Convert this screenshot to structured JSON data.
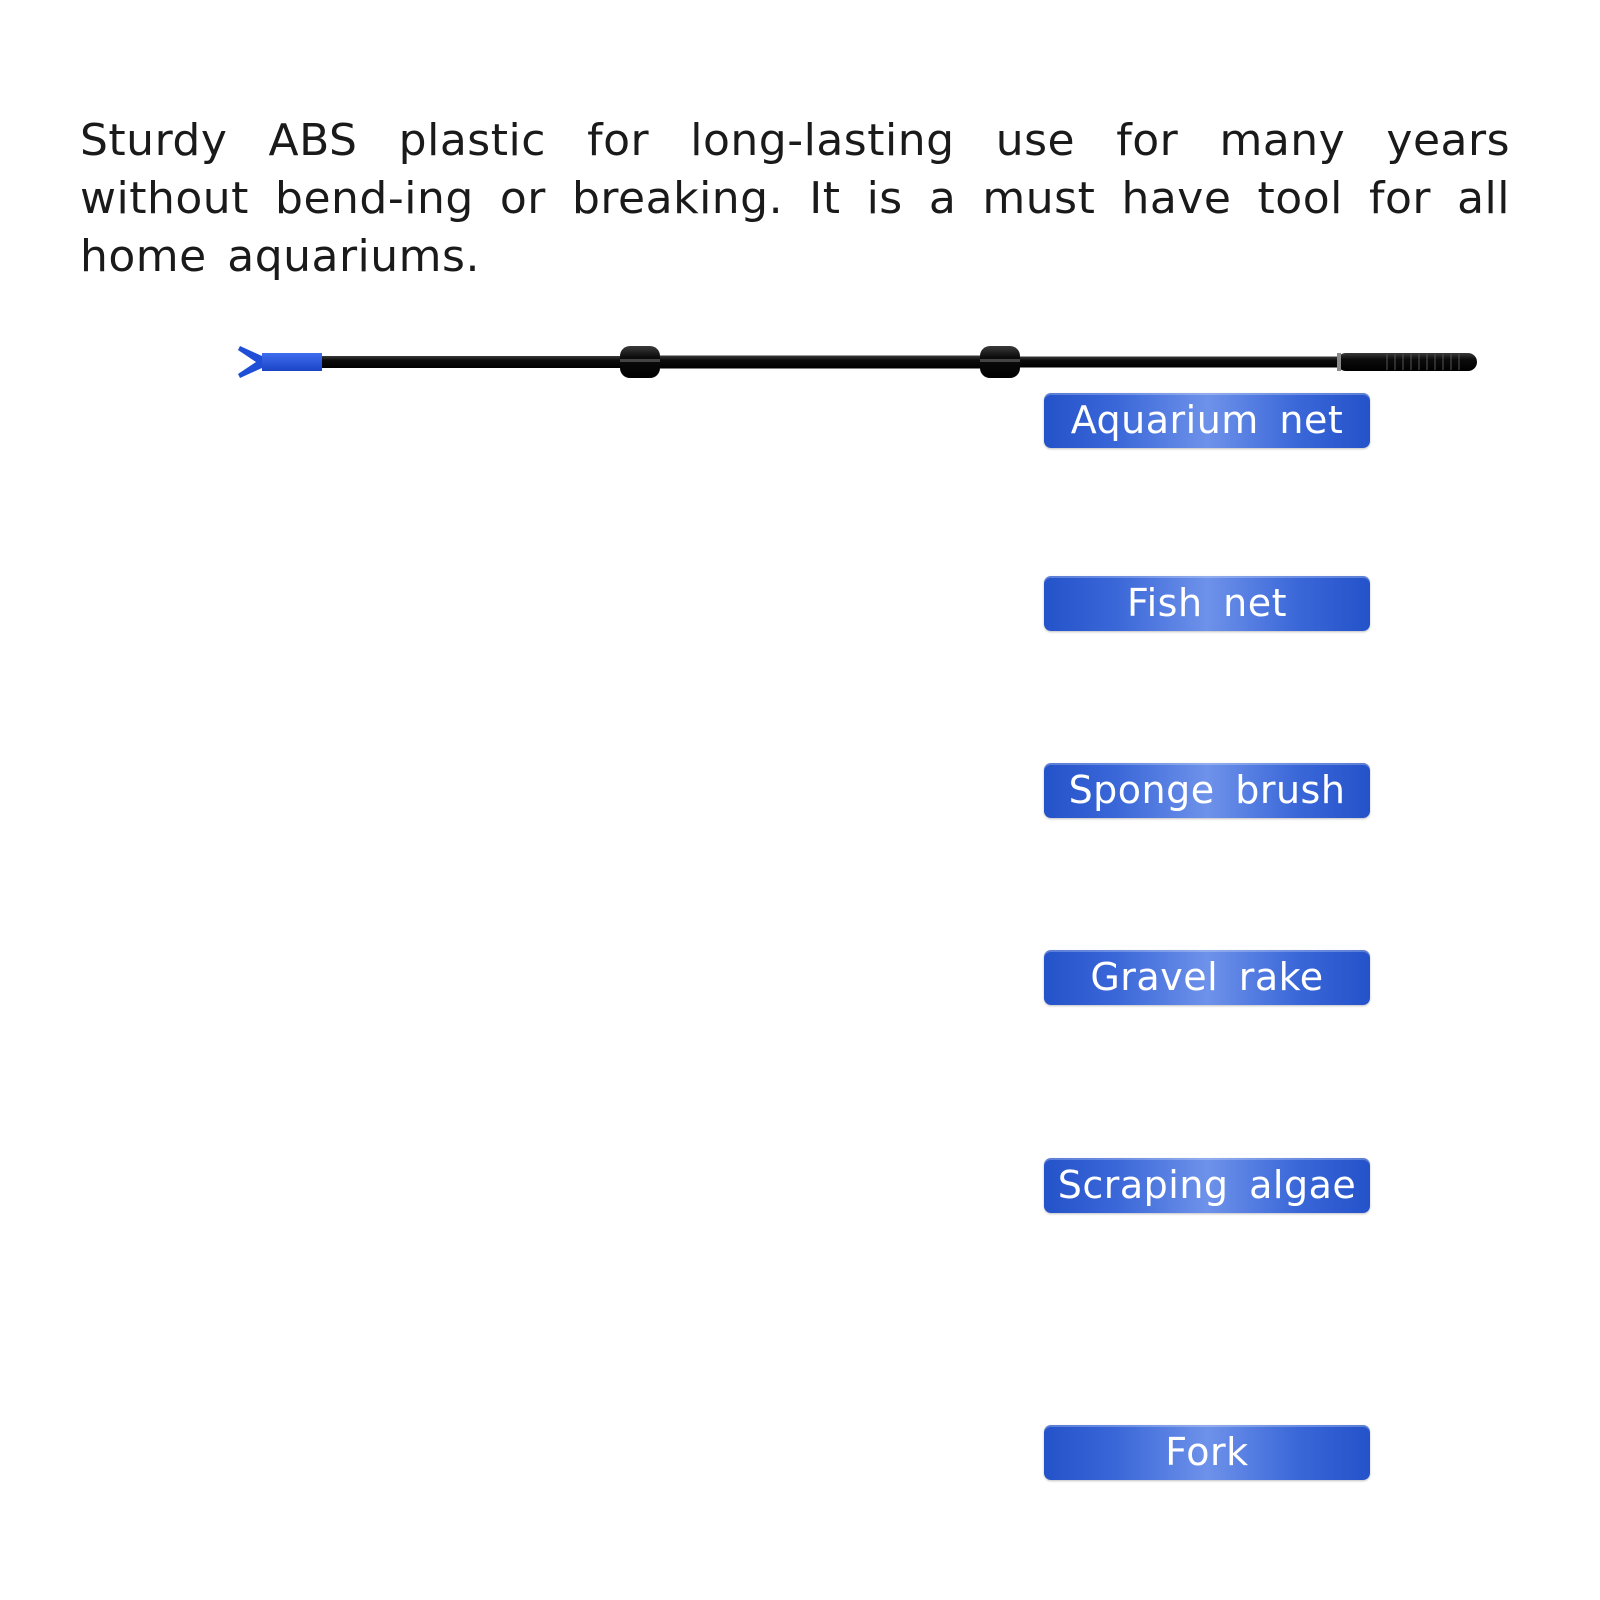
{
  "description": "Sturdy ABS plastic for long-lasting use for many years without bend-ing or breaking. It is a must have tool for all home aquariums.",
  "colors": {
    "label_blue": "#2c5bd3",
    "head_blue": "#1f4fd6",
    "pole_black": "#111111",
    "sponge_green": "#1f6b4a",
    "pad_white": "#f4f6fb"
  },
  "tools": [
    {
      "label": "Aquarium net",
      "head_icon": "fork-head-icon"
    },
    {
      "label": "Fish net",
      "head_icon": "scraper-blade-head-icon"
    },
    {
      "label": "Sponge brush",
      "head_icon": "gravel-rake-head-icon"
    },
    {
      "label": "Gravel rake",
      "head_icon": "sponge-head-icon"
    },
    {
      "label": "Scraping algae",
      "head_icon": "algae-scraper-pad-head-icon"
    },
    {
      "label": "Fork",
      "head_icon": "fishing-net-head-icon"
    }
  ]
}
